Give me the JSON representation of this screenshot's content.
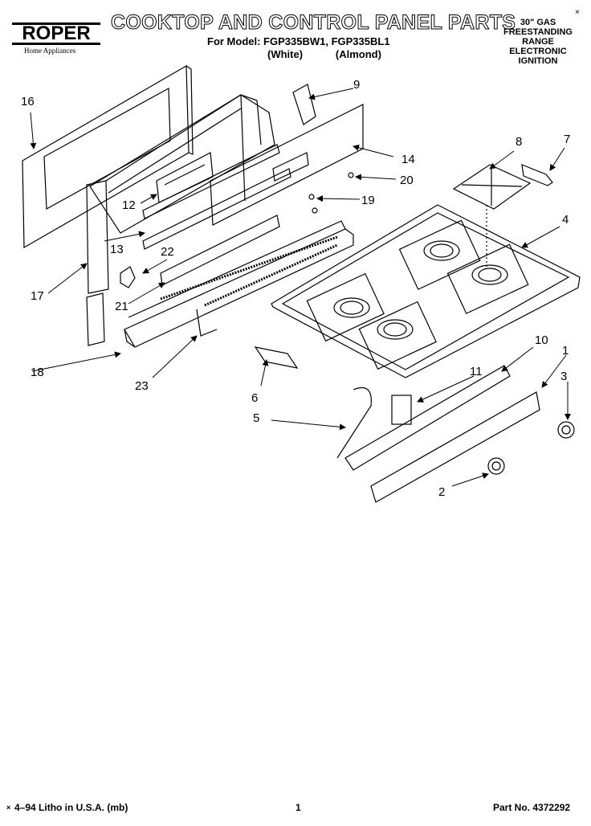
{
  "header": {
    "brand": "ROPER",
    "brand_sub": "Home Appliances",
    "title": "COOKTOP AND CONTROL PANEL PARTS",
    "models": "For Model: FGP335BW1, FGP335BL1",
    "colors": "(White)   (Almond)",
    "spec_lines": [
      "30\" GAS",
      "FREESTANDING",
      "RANGE",
      "ELECTRONIC",
      "IGNITION"
    ],
    "corner_mark": "×"
  },
  "callouts": {
    "c1": "1",
    "c2": "2",
    "c3": "3",
    "c4": "4",
    "c5": "5",
    "c6": "6",
    "c7": "7",
    "c8": "8",
    "c9": "9",
    "c10": "10",
    "c11": "11",
    "c12": "12",
    "c13": "13",
    "c14": "14",
    "c16": "16",
    "c17": "17",
    "c18": "18",
    "c19": "19",
    "c20": "20",
    "c21": "21",
    "c22": "22",
    "c23": "23"
  },
  "footer": {
    "litho": "4–94 Litho in U.S.A. (mb)",
    "page": "1",
    "part_no": "Part No. 4372292",
    "corner_mark": "×"
  }
}
